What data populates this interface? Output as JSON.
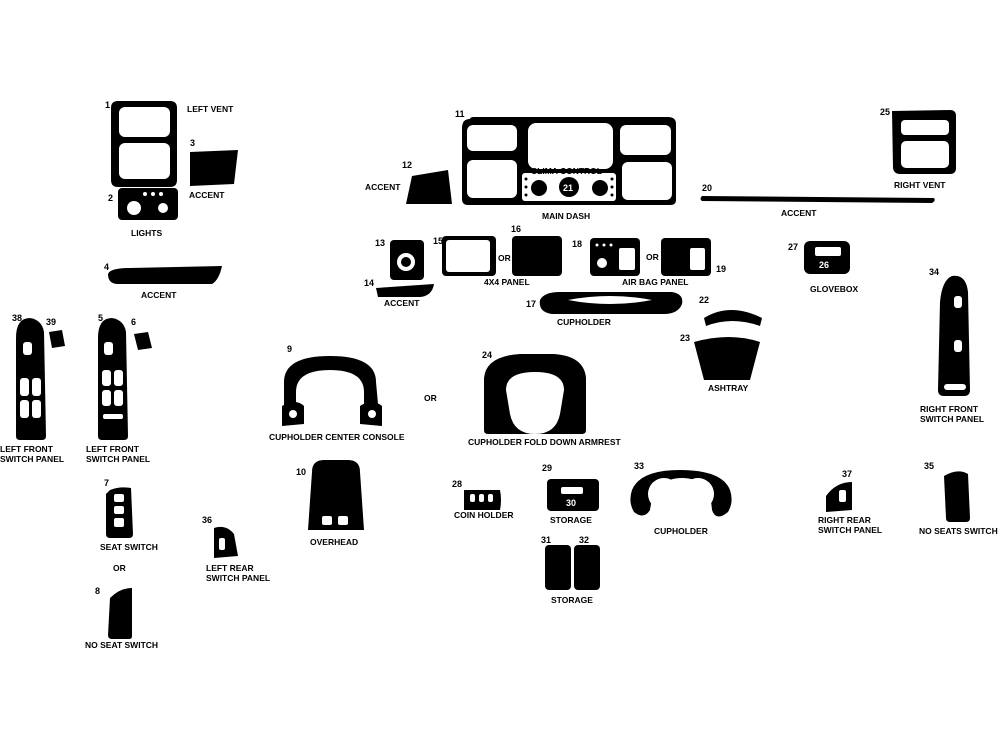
{
  "pieces": [
    {
      "n": "1",
      "label": "LEFT VENT"
    },
    {
      "n": "2",
      "label": "LIGHTS"
    },
    {
      "n": "3",
      "label": "ACCENT"
    },
    {
      "n": "4",
      "label": "ACCENT"
    },
    {
      "n": "5",
      "label1": "LEFT FRONT",
      "label2": "SWITCH PANEL"
    },
    {
      "n": "6"
    },
    {
      "n": "7",
      "label": "SEAT SWITCH"
    },
    {
      "n": "8",
      "label": "NO SEAT SWITCH"
    },
    {
      "n": "9",
      "label": "CUPHOLDER CENTER CONSOLE"
    },
    {
      "n": "10",
      "label": "OVERHEAD"
    },
    {
      "n": "11",
      "label": "MAIN DASH"
    },
    {
      "n": "12",
      "label": "ACCENT"
    },
    {
      "n": "13"
    },
    {
      "n": "14",
      "label": "ACCENT"
    },
    {
      "n": "15"
    },
    {
      "n": "16",
      "label": "4X4 PANEL"
    },
    {
      "n": "17",
      "label": "CUPHOLDER"
    },
    {
      "n": "18",
      "label": "AIR BAG PANEL"
    },
    {
      "n": "19"
    },
    {
      "n": "20",
      "label": "ACCENT"
    },
    {
      "n": "21",
      "label": "CLIMA CONTROL"
    },
    {
      "n": "22"
    },
    {
      "n": "23",
      "label": "ASHTRAY"
    },
    {
      "n": "24",
      "label": "CUPHOLDER FOLD DOWN ARMREST"
    },
    {
      "n": "25",
      "label": "RIGHT VENT"
    },
    {
      "n": "26"
    },
    {
      "n": "27",
      "label": "GLOVEBOX"
    },
    {
      "n": "28",
      "label": "COIN HOLDER"
    },
    {
      "n": "29",
      "label": "STORAGE"
    },
    {
      "n": "30"
    },
    {
      "n": "31",
      "label": "STORAGE"
    },
    {
      "n": "32"
    },
    {
      "n": "33",
      "label": "CUPHOLDER"
    },
    {
      "n": "34",
      "label1": "RIGHT FRONT",
      "label2": "SWITCH PANEL"
    },
    {
      "n": "35",
      "label": "NO SEATS SWITCH"
    },
    {
      "n": "36",
      "label1": "LEFT REAR",
      "label2": "SWITCH PANEL"
    },
    {
      "n": "37",
      "label1": "RIGHT REAR",
      "label2": "SWITCH PANEL"
    },
    {
      "n": "38",
      "label1": "LEFT FRONT",
      "label2": "SWITCH PANEL"
    },
    {
      "n": "39"
    }
  ],
  "or_text": "OR"
}
